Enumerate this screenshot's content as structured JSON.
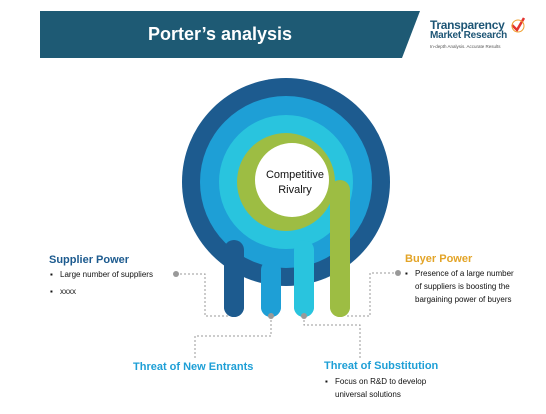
{
  "header": {
    "title": "Porter’s analysis",
    "banner_color": "#1e5a74"
  },
  "logo": {
    "name_line1": "Transparency",
    "name_line2": "Market Research",
    "tagline": "In-depth Analysis. Accurate Results"
  },
  "diagram": {
    "center_line1": "Competitive",
    "center_line2": "Rivalry",
    "ring_colors": [
      "#1d5b8f",
      "#1e9fd6",
      "#29c4de",
      "#9dbd43"
    ]
  },
  "supplier_power": {
    "title": "Supplier Power",
    "color": "#1d5b8f",
    "bullets": [
      "Large number of suppliers",
      "xxxx"
    ]
  },
  "buyer_power": {
    "title": "Buyer Power",
    "color": "#e3a427",
    "bullets": [
      "Presence of a large number of suppliers is boosting the bargaining power of buyers"
    ],
    "bullet_lines": [
      "Presence of a large number",
      "of suppliers is boosting the",
      "bargaining power of buyers"
    ]
  },
  "new_entrants": {
    "title": "Threat of New Entrants",
    "color": "#1e9fd6"
  },
  "substitution": {
    "title": "Threat of Substitution",
    "color": "#1e9fd6",
    "bullet_lines": [
      "Focus on R&D to develop",
      "universal solutions"
    ]
  }
}
